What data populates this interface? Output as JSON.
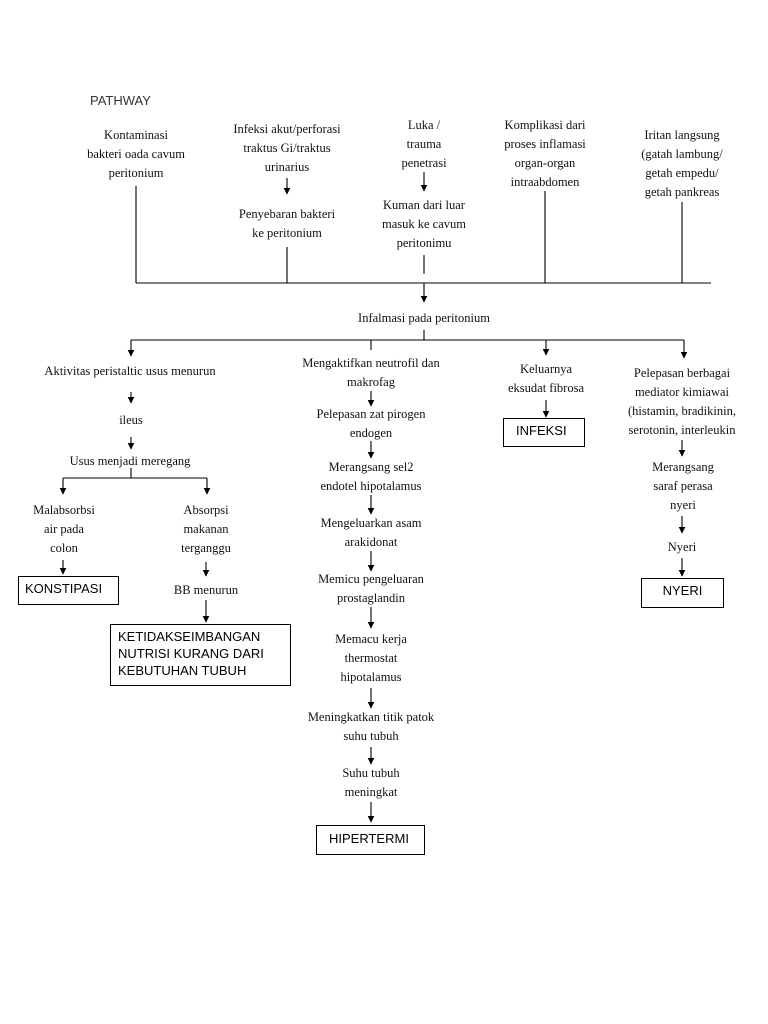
{
  "heading": "PATHWAY",
  "causes": {
    "kontaminasi": "Kontaminasi\nbakteri oada cavum\nperitonium",
    "infeksi_akut": "Infeksi akut/perforasi\ntraktus Gi/traktus\nurinarius",
    "penyebaran": "Penyebaran bakteri\nke peritonium",
    "luka": "Luka /\ntrauma\npenetrasi",
    "kuman": "Kuman dari luar\nmasuk ke cavum\nperitonimu",
    "komplikasi": "Komplikasi dari\nproses inflamasi\norgan-organ\nintraabdomen",
    "iritan": "Iritan langsung\n(gatah lambung/\ngetah empedu/\ngetah pankreas"
  },
  "center": "Infalmasi pada peritonium",
  "branch1": {
    "aktivitas": "Aktivitas peristaltic usus menurun",
    "ileus": "ileus",
    "usus": "Usus menjadi meregang",
    "malabsorbsi": "Malabsorbsi\nair pada\ncolon",
    "absorpsi": "Absorpsi\nmakanan\nterganggu",
    "konstipasi": "KONSTIPASI",
    "bb": "BB menurun",
    "ketidak": "KETIDAKSEIMBANGAN\nNUTRISI KURANG DARI\nKEBUTUHAN TUBUH"
  },
  "branch2": {
    "s1": "Mengaktifkan neutrofil dan\nmakrofag",
    "s2": "Pelepasan zat pirogen\nendogen",
    "s3": "Merangsang sel2\nendotel hipotalamus",
    "s4": "Mengeluarkan asam\narakidonat",
    "s5": "Memicu pengeluaran\nprostaglandin",
    "s6": "Memacu kerja\nthermostat\nhipotalamus",
    "s7": "Meningkatkan titik patok\nsuhu tubuh",
    "s8": "Suhu tubuh\nmeningkat",
    "hipertermi": "HIPERTERMI"
  },
  "branch3": {
    "keluarnya": "Keluarnya\neksudat fibrosa",
    "infeksi": "INFEKSI"
  },
  "branch4": {
    "pelepasan": "Pelepasan berbagai\nmediator kimiawai\n(histamin, bradikinin,\nserotonin, interleukin",
    "merangsang": "Merangsang\nsaraf perasa\nnyeri",
    "nyeri": "Nyeri",
    "nyeri_box": "NYERI"
  }
}
